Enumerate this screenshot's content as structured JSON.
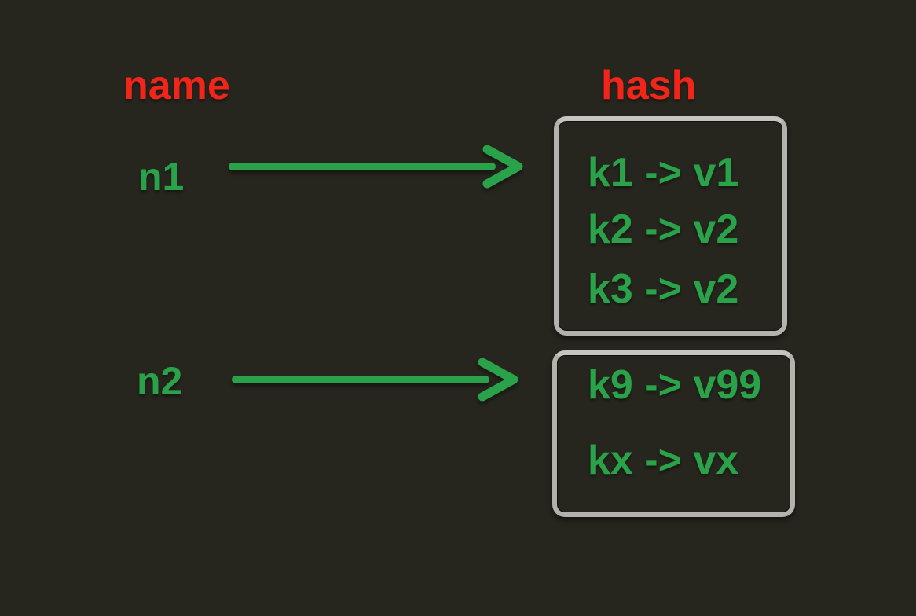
{
  "headers": {
    "name": "name",
    "hash": "hash"
  },
  "names": [
    {
      "label": "n1"
    },
    {
      "label": "n2"
    }
  ],
  "boxes": [
    {
      "rows": [
        "k1 -> v1",
        "k2 -> v2",
        "k3 -> v2"
      ]
    },
    {
      "rows": [
        "k9 -> v99",
        "kx -> vx"
      ]
    }
  ],
  "colors": {
    "background": "#26251e",
    "green": "#2aa249",
    "red": "#f1261b",
    "box_border": "#b3b2ac"
  }
}
